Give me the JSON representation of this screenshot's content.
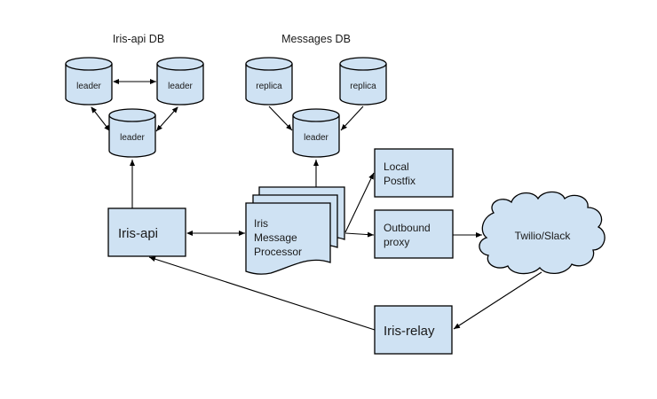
{
  "diagram": {
    "groups": {
      "iris_api_db": "Iris-api DB",
      "messages_db": "Messages DB"
    },
    "nodes": {
      "iris_api_db_leader_left": "leader",
      "iris_api_db_leader_right": "leader",
      "iris_api_db_leader_center": "leader",
      "messages_db_replica_left": "replica",
      "messages_db_replica_right": "replica",
      "messages_db_leader": "leader",
      "iris_api": "Iris-api",
      "message_processor": [
        "Iris",
        "Message",
        "Processor"
      ],
      "local_postfix": [
        "Local",
        "Postfix"
      ],
      "outbound_proxy": [
        "Outbound",
        "proxy"
      ],
      "twilio_slack": "Twilio/Slack",
      "iris_relay": "Iris-relay"
    },
    "edges": [
      {
        "from": "iris_api_db_leader_left",
        "to": "iris_api_db_leader_right",
        "direction": "both"
      },
      {
        "from": "iris_api_db_leader_left",
        "to": "iris_api_db_leader_center",
        "direction": "both"
      },
      {
        "from": "iris_api_db_leader_right",
        "to": "iris_api_db_leader_center",
        "direction": "both"
      },
      {
        "from": "iris_api",
        "to": "iris_api_db_leader_center",
        "direction": "forward"
      },
      {
        "from": "messages_db_replica_left",
        "to": "messages_db_leader",
        "direction": "forward"
      },
      {
        "from": "messages_db_replica_right",
        "to": "messages_db_leader",
        "direction": "forward"
      },
      {
        "from": "message_processor",
        "to": "messages_db_leader",
        "direction": "forward"
      },
      {
        "from": "iris_api",
        "to": "message_processor",
        "direction": "both"
      },
      {
        "from": "message_processor",
        "to": "local_postfix",
        "direction": "forward"
      },
      {
        "from": "message_processor",
        "to": "outbound_proxy",
        "direction": "forward"
      },
      {
        "from": "outbound_proxy",
        "to": "twilio_slack",
        "direction": "forward"
      },
      {
        "from": "twilio_slack",
        "to": "iris_relay",
        "direction": "forward"
      },
      {
        "from": "iris_relay",
        "to": "iris_api",
        "direction": "forward"
      }
    ]
  }
}
